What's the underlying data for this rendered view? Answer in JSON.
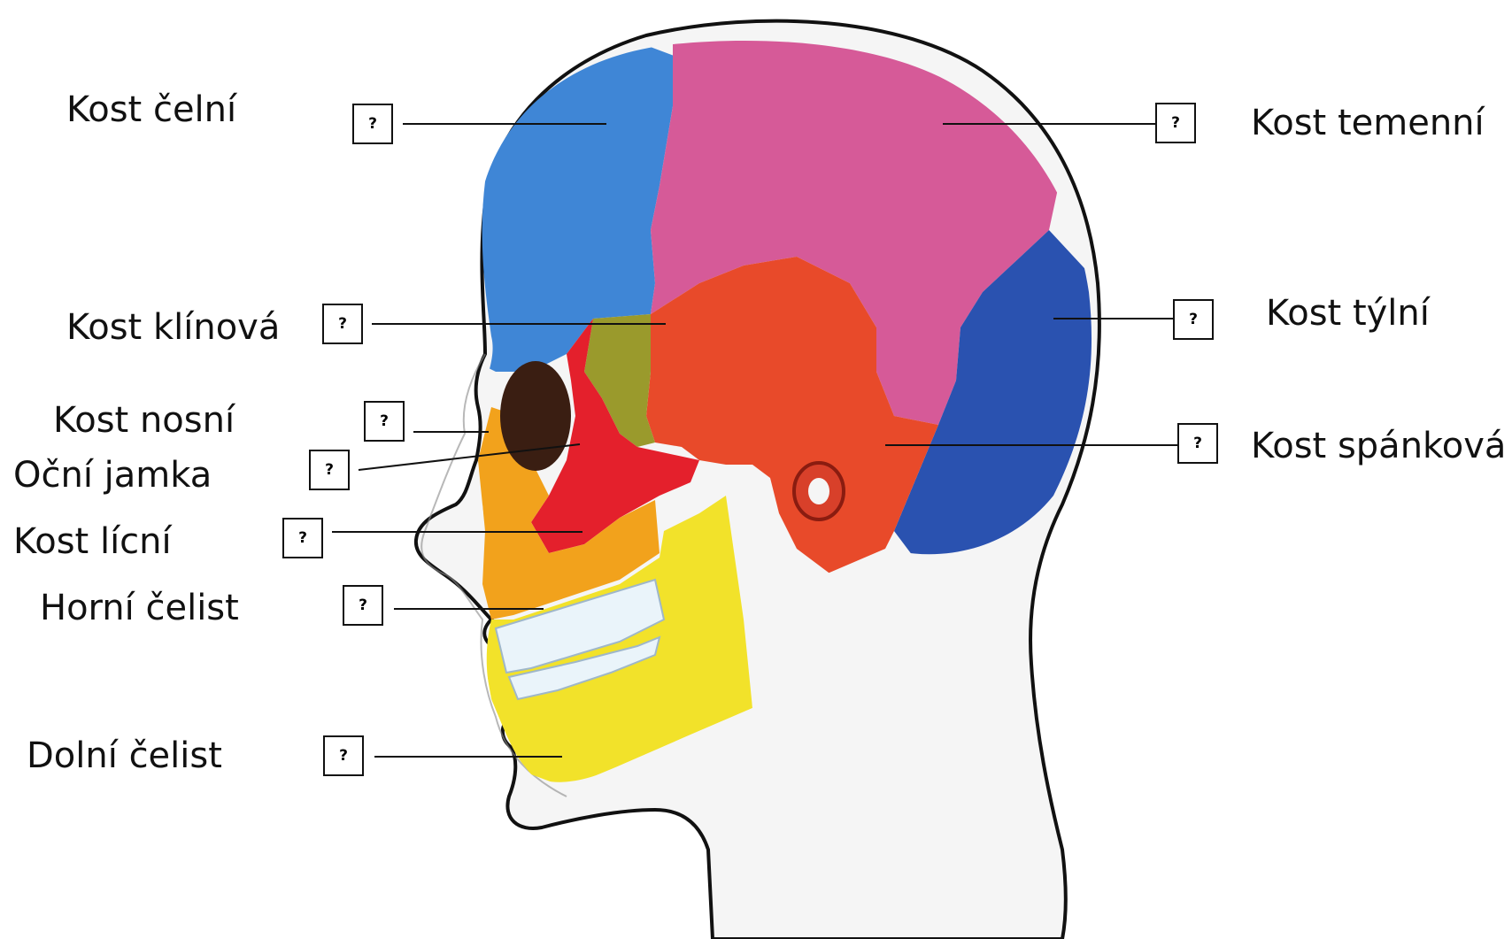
{
  "colors": {
    "frontal": "#3f86d6",
    "parietal": "#d65a98",
    "occipital": "#2a52b0",
    "temporal": "#e84a2a",
    "sphenoid": "#9a9a2c",
    "zygomatic": "#e4202c",
    "maxilla": "#f2a21c",
    "mandible": "#f2e22a",
    "orbit": "#3a1e12",
    "teeth": "#eaf4fa",
    "outline": "#111111"
  },
  "labels": {
    "frontal": "Kost čelní",
    "parietal": "Kost temenní",
    "sphenoid": "Kost klínová",
    "occipital": "Kost týlní",
    "nasal": "Kost nosní",
    "orbit": "Oční jamka",
    "temporal": "Kost spánková",
    "zygomatic": "Kost lícní",
    "maxilla": "Horní čelist",
    "mandible": "Dolní čelist"
  },
  "boxes": {
    "frontal": "?",
    "parietal": "?",
    "sphenoid": "?",
    "occipital": "?",
    "nasal": "?",
    "orbit": "?",
    "temporal": "?",
    "zygomatic": "?",
    "maxilla": "?",
    "mandible": "?"
  }
}
